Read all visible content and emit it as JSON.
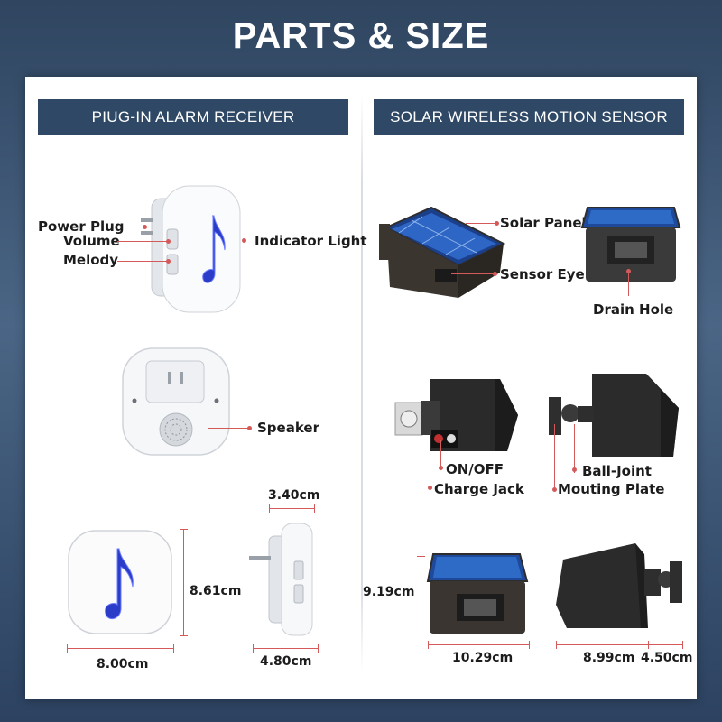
{
  "title": "PARTS & SIZE",
  "receiver": {
    "header": "PIUG-IN ALARM RECEIVER",
    "labels": {
      "power_plug": "Power Plug",
      "volume": "Volume",
      "melody": "Melody",
      "indicator_light": "Indicator Light",
      "speaker": "Speaker"
    },
    "dims": {
      "depth": "3.40cm",
      "height": "8.61cm",
      "width": "8.00cm",
      "side": "4.80cm"
    }
  },
  "sensor": {
    "header": "SOLAR WIRELESS MOTION SENSOR",
    "labels": {
      "solar_panel": "Solar Panel",
      "sensor_eye": "Sensor Eye",
      "drain_hole": "Drain Hole",
      "on_off": "ON/OFF",
      "charge_jack": "Charge Jack",
      "ball_joint": "Ball-Joint",
      "mounting_plate": "Mouting Plate"
    },
    "dims": {
      "height": "9.19cm",
      "width": "10.29cm",
      "depth": "8.99cm",
      "mount": "4.50cm"
    }
  },
  "colors": {
    "background": "#3d5573",
    "header_bar": "#2e4865",
    "leader_line": "#d45a5a",
    "note_icon": "#2a3cc8"
  }
}
